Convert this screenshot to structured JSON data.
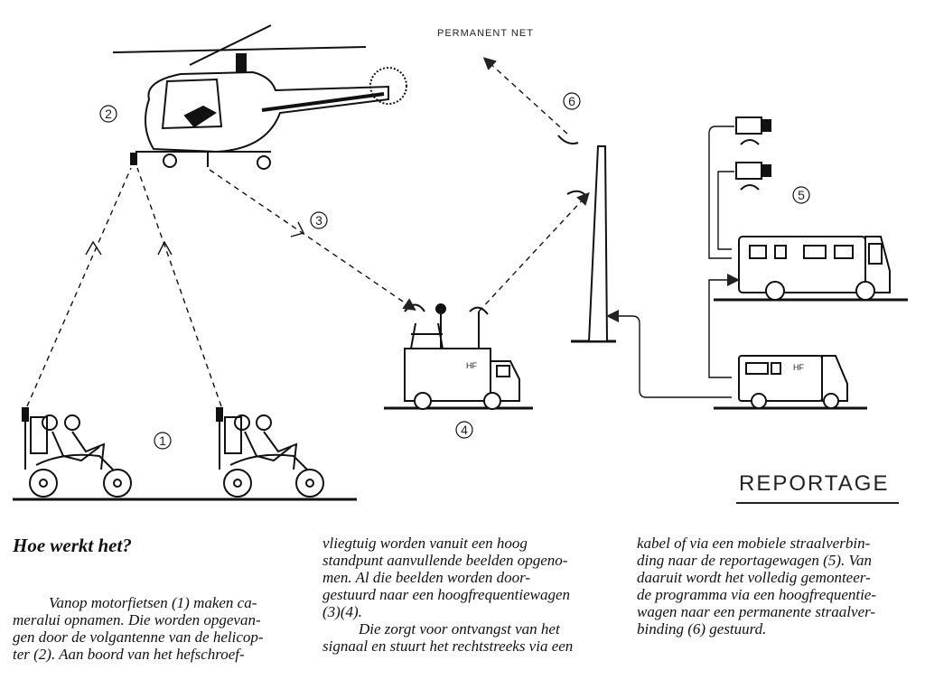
{
  "diagram": {
    "labels": {
      "permanent_net": "PERMANENT NET",
      "n1": "1",
      "n2": "2",
      "n3": "3",
      "n4": "4",
      "n5": "5",
      "n6": "6",
      "hf_truck": "HF",
      "hf_van": "HF"
    }
  },
  "heading": "REPORTAGE",
  "article": {
    "title": "Hoe werkt het?",
    "col1_lines": [
      "Vanop motorfietsen (1) maken ca-",
      "meralui opnamen. Die worden opgevan-",
      "gen door de volgantenne van de helicop-",
      "ter (2). Aan boord van het hefschroef-"
    ],
    "col2_lines": [
      "vliegtuig worden vanuit een hoog",
      "standpunt aanvullende beelden opgeno-",
      "men. Al die beelden worden door-",
      "gestuurd naar een hoogfrequentiewagen",
      "(3)(4).",
      "Die zorgt voor ontvangst van het",
      "signaal en stuurt het rechtstreeks via een"
    ],
    "col3_lines": [
      "kabel of via een mobiele straalverbin-",
      "ding naar de reportagewagen (5). Van",
      "daaruit wordt het volledig gemonteer-",
      "de programma via een hoogfrequentie-",
      "wagen naar een permanente straalver-",
      "binding (6) gestuurd."
    ]
  }
}
